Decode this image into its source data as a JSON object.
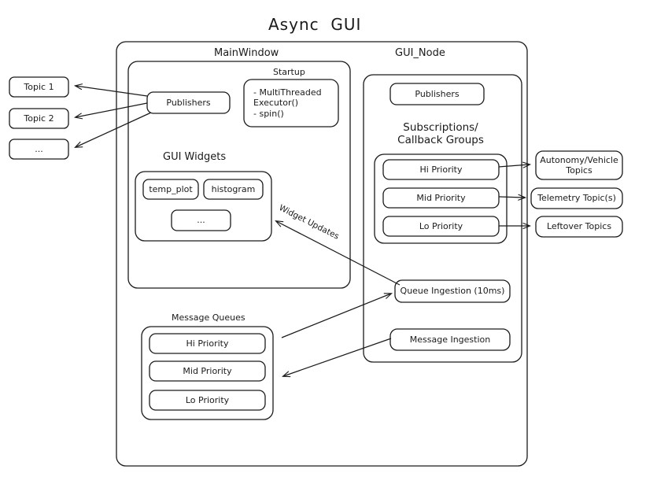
{
  "title": "Async  GUI",
  "external_topics": {
    "label": "external-topic-boxes",
    "items": [
      {
        "text": "Topic 1"
      },
      {
        "text": "Topic 2"
      },
      {
        "text": "..."
      }
    ]
  },
  "outer_container": {
    "name": "system-container"
  },
  "main_window": {
    "title": "MainWindow",
    "publishers": {
      "text": "Publishers"
    },
    "startup": {
      "title": "Startup",
      "lines": "-  MultiThreaded\n    Executor()\n-  spin()"
    },
    "gui_widgets": {
      "title": "GUI Widgets",
      "items": [
        {
          "text": "temp_plot"
        },
        {
          "text": "histogram"
        },
        {
          "text": "..."
        }
      ]
    },
    "message_queues": {
      "title": "Message Queues",
      "items": [
        {
          "text": "Hi Priority"
        },
        {
          "text": "Mid Priority"
        },
        {
          "text": "Lo Priority"
        }
      ]
    }
  },
  "gui_node": {
    "title": "GUI_Node",
    "publishers": {
      "text": "Publishers"
    },
    "subscriptions": {
      "title": "Subscriptions/\nCallback Groups",
      "items": [
        {
          "text": "Hi Priority"
        },
        {
          "text": "Mid Priority"
        },
        {
          "text": "Lo Priority"
        }
      ]
    },
    "queue_ingestion": {
      "text": "Queue Ingestion (10ms)"
    },
    "message_ingestion": {
      "text": "Message Ingestion"
    }
  },
  "right_topics": {
    "items": [
      {
        "text": "Autonomy/Vehicle\nTopics"
      },
      {
        "text": "Telemetry Topic(s)"
      },
      {
        "text": "Leftover Topics"
      }
    ]
  },
  "annotations": {
    "widget_updates": "Widget Updates"
  },
  "colors": {
    "stroke": "#1a1a1a",
    "background": "#ffffff",
    "text": "#1a1a1a"
  }
}
